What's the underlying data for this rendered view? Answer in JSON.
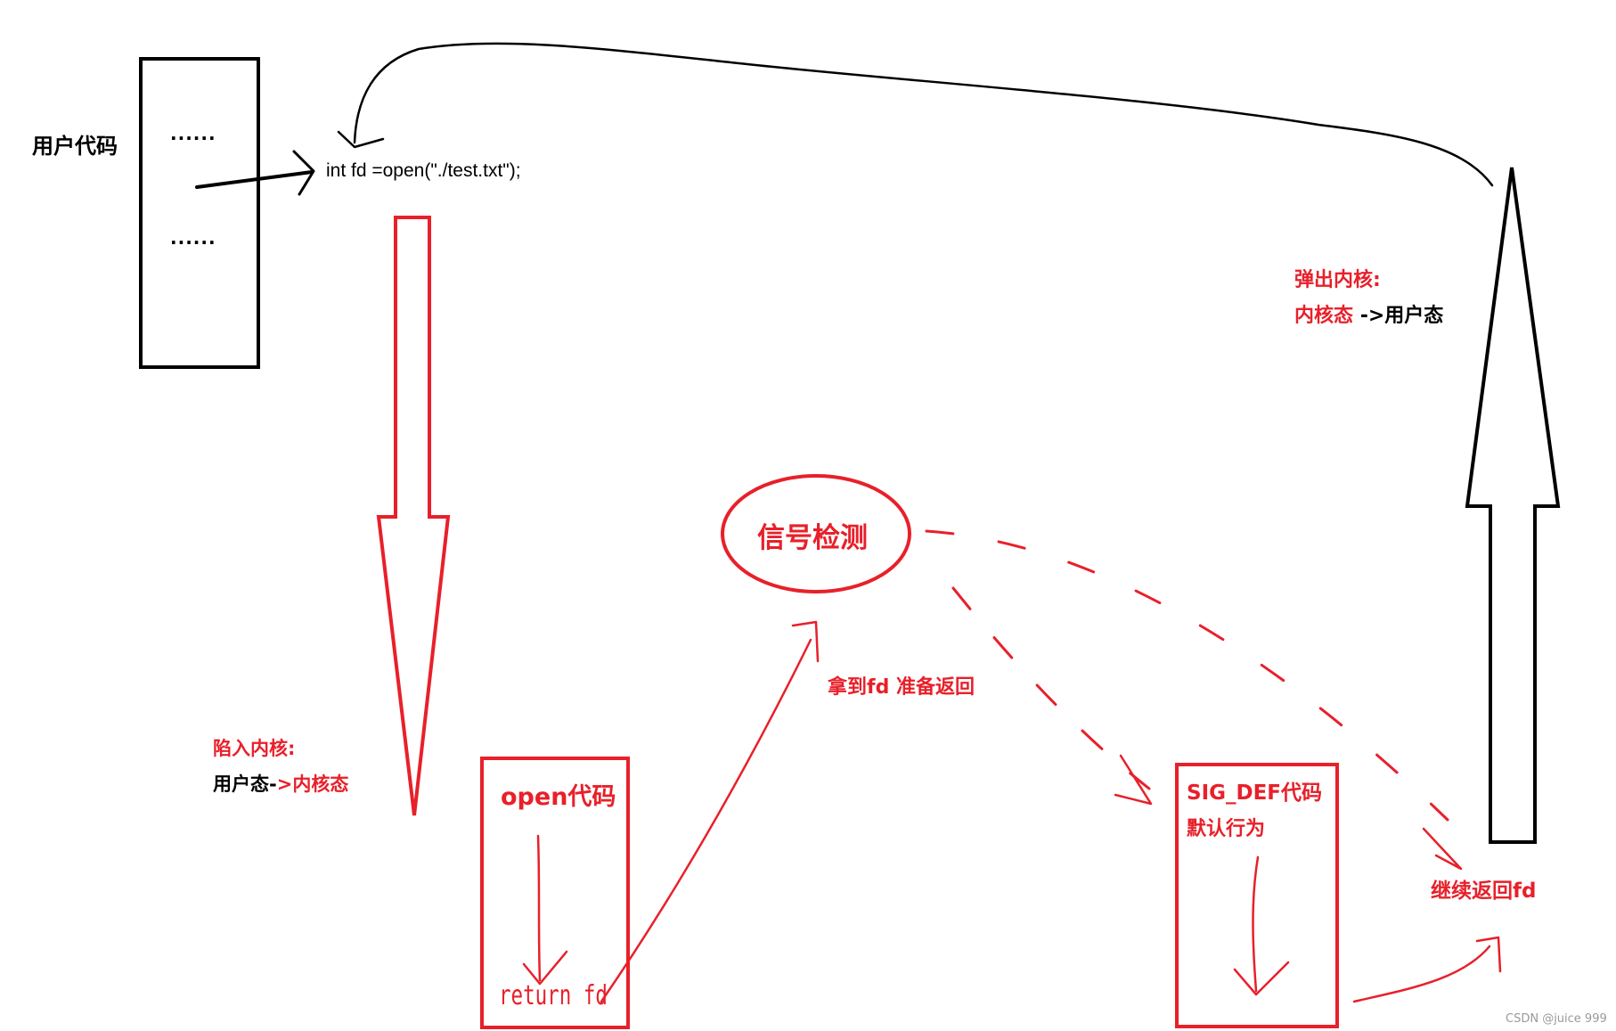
{
  "colors": {
    "ink": "#000000",
    "accent": "#e8202a",
    "background": "#ffffff"
  },
  "user_code": {
    "label": "用户代码",
    "dots_top": "......",
    "dots_bottom": "......",
    "code_line": "int fd =open(\"./test.txt\");"
  },
  "trap": {
    "title": "陷入内核:",
    "from": "用户态",
    "arrow": "->",
    "to": "内核态"
  },
  "open_box": {
    "title": "open代码",
    "bottom": "return fd"
  },
  "prepare_return": "拿到fd 准备返回",
  "signal_check": "信号检测",
  "sig_box": {
    "title": "SIG_DEF代码",
    "subtitle": "默认行为"
  },
  "continue_return": "继续返回fd",
  "eject": {
    "title": "弹出内核:",
    "from": "内核态",
    "arrow": "->",
    "to": "用户态"
  },
  "watermark": "CSDN @juice 999"
}
